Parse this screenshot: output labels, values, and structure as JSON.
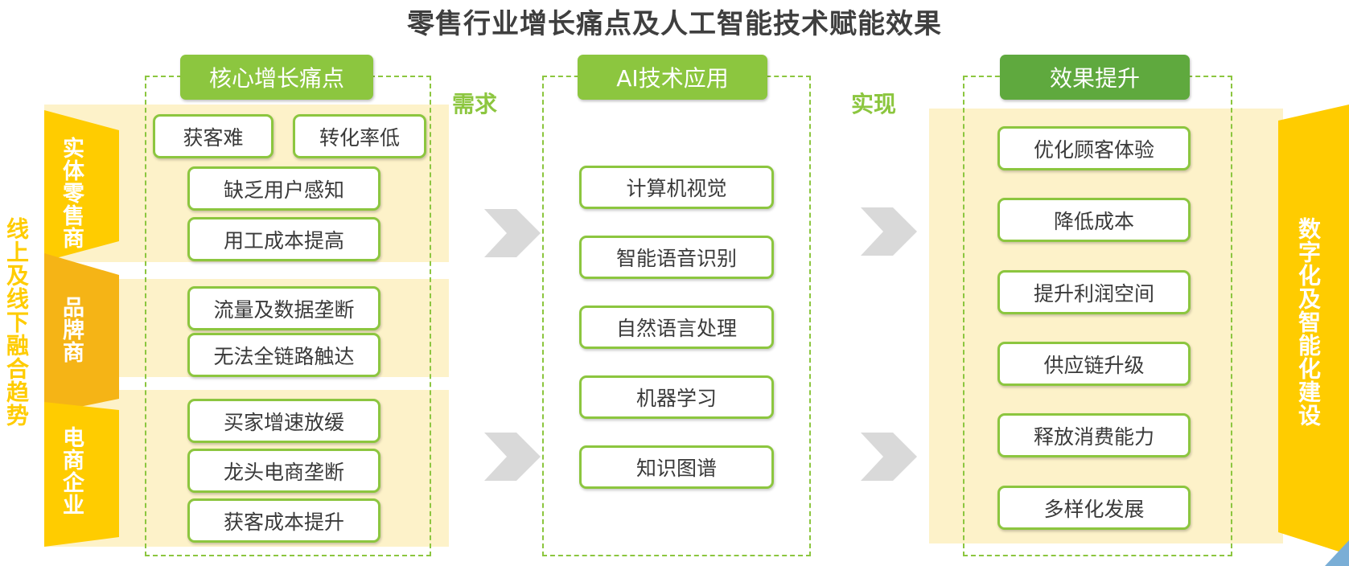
{
  "title": "零售行业增长痛点及人工智能技术赋能效果",
  "left_trend": "线上及线下融合趋势",
  "right_goal": "数字化及智能化建设",
  "arrow_labels": {
    "demand": "需求",
    "realize": "实现"
  },
  "sections": [
    {
      "label": "实体零售商",
      "color": "#ffcc00"
    },
    {
      "label": "品牌商",
      "color": "#f5b416"
    },
    {
      "label": "电商企业",
      "color": "#ffcc00"
    }
  ],
  "columns": {
    "pain_points": {
      "header": "核心增长痛点",
      "items": [
        "获客难",
        "转化率低",
        "缺乏用户感知",
        "用工成本提高",
        "流量及数据垄断",
        "无法全链路触达",
        "买家增速放缓",
        "龙头电商垄断",
        "获客成本提升"
      ]
    },
    "ai_tech": {
      "header": "AI技术应用",
      "items": [
        "计算机视觉",
        "智能语音识别",
        "自然语言处理",
        "机器学习",
        "知识图谱"
      ]
    },
    "effects": {
      "header": "效果提升",
      "items": [
        "优化顾客体验",
        "降低成本",
        "提升利润空间",
        "供应链升级",
        "释放消费能力",
        "多样化发展"
      ]
    }
  },
  "colors": {
    "green_light": "#8cc63f",
    "green_dark": "#5fa93e",
    "band": "#fdf2c9",
    "yellow": "#ffcc00",
    "orange": "#f5b416",
    "arrow_gray": "#d9d9d9"
  }
}
